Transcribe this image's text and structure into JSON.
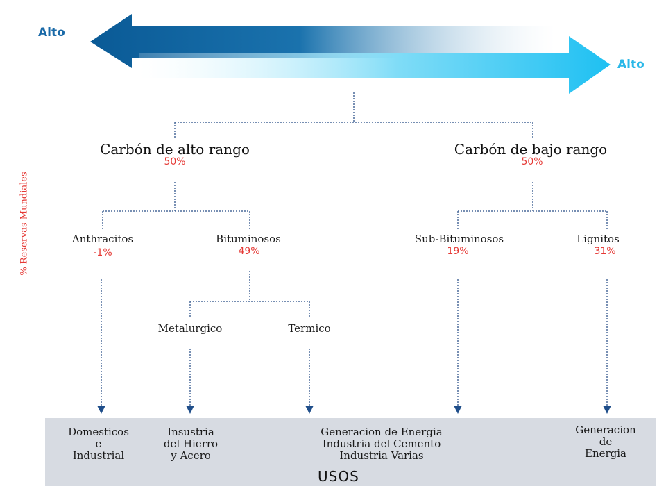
{
  "arrows": {
    "left_label": "Alto",
    "right_label": "Alto",
    "left_color": "#0a5a96",
    "right_color": "#2ec4f2"
  },
  "side_label": "% Reservas Mundiales",
  "high_rank": {
    "title": "Carbón de alto rango",
    "pct": "50%"
  },
  "low_rank": {
    "title": "Carbón de bajo rango",
    "pct": "50%"
  },
  "types": [
    {
      "name": "Anthracitos",
      "pct": "-1%"
    },
    {
      "name": "Bituminosos",
      "pct": "49%"
    },
    {
      "name": "Sub-Bituminosos",
      "pct": "19%"
    },
    {
      "name": "Lignitos",
      "pct": "31%"
    }
  ],
  "bituminous_subtypes": [
    "Metalurgico",
    "Termico"
  ],
  "uses": [
    {
      "lines": [
        "Domesticos",
        "e",
        "Industrial"
      ]
    },
    {
      "lines": [
        "Insustria",
        "del Hierro",
        "y Acero"
      ]
    },
    {
      "lines": [
        "Generacion de Energia",
        "Industria del Cemento",
        "Industria Varias"
      ]
    },
    {
      "lines": [
        "Generacion",
        "de",
        "Energia"
      ]
    }
  ],
  "uses_title": "USOS",
  "accent_red": "#e53935"
}
